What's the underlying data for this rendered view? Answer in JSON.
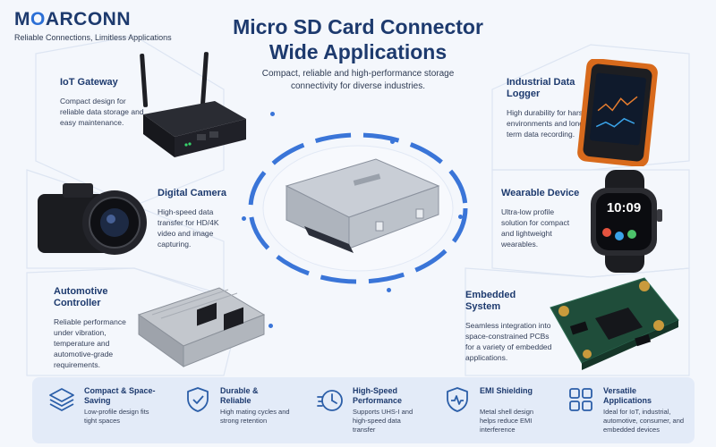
{
  "brand": {
    "logo_left": "M",
    "logo_accent": "O",
    "logo_right": "ARCONN",
    "tagline": "Reliable Connections, Limitless Applications"
  },
  "header": {
    "title_line1": "Micro SD Card Connector",
    "title_line2": "Wide Applications",
    "subtitle": "Compact, reliable and high-performance storage connectivity for diverse industries."
  },
  "applications": {
    "iot": {
      "title": "IoT Gateway",
      "desc": "Compact design for reliable data storage and easy maintenance."
    },
    "camera": {
      "title": "Digital Camera",
      "desc": "High-speed data transfer for HD/4K video and image capturing."
    },
    "automotive": {
      "title": "Automotive Controller",
      "desc": "Reliable performance under vibration, temperature and automotive-grade requirements."
    },
    "logger": {
      "title": "Industrial Data Logger",
      "desc": "High durability for harsh environments and long-term data recording."
    },
    "wearable": {
      "title": "Wearable Device",
      "desc": "Ultra-low profile solution for compact and lightweight wearables.",
      "watch_time": "10:09"
    },
    "embedded": {
      "title": "Embedded System",
      "desc": "Seamless integration into space-constrained PCBs for a variety of embedded applications."
    }
  },
  "features": [
    {
      "title": "Compact & Space-Saving",
      "desc": "Low-profile design fits tight spaces",
      "icon": "layers-icon"
    },
    {
      "title": "Durable & Reliable",
      "desc": "High mating cycles and strong retention",
      "icon": "shield-check-icon"
    },
    {
      "title": "High-Speed Performance",
      "desc": "Supports UHS-I and high-speed data transfer",
      "icon": "stopwatch-icon"
    },
    {
      "title": "EMI Shielding",
      "desc": "Metal shell design helps reduce EMI interference",
      "icon": "shield-pulse-icon"
    },
    {
      "title": "Versatile Applications",
      "desc": "Ideal for IoT, industrial, automotive, consumer, and embedded devices",
      "icon": "grid-icon"
    }
  ],
  "colors": {
    "primary": "#1d3a6e",
    "accent": "#3a75d8",
    "feature_bar": "#e3ebf8"
  }
}
